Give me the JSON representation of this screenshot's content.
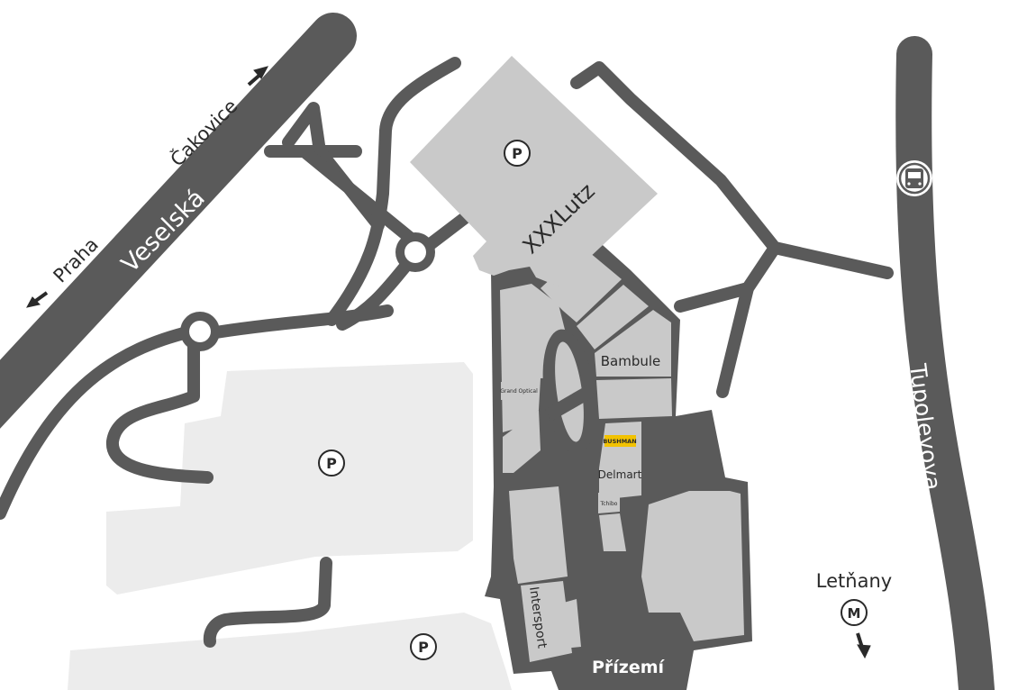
{
  "map": {
    "title": "Přízemí",
    "colors": {
      "road": "#5a5a5a",
      "building": "#c9c9c9",
      "parking_lot": "#ececec",
      "highlight": "#f2c200",
      "background": "#ffffff"
    },
    "roads": {
      "main_diagonal": "Veselská",
      "main_right": "Tupolevova"
    },
    "directions": {
      "praha": "Praha",
      "cakovice": "Čakovice",
      "letnany": "Letňany"
    },
    "metro": {
      "symbol": "M",
      "icon": "metro-icon"
    },
    "bus": {
      "icon": "bus-icon"
    },
    "parking": {
      "symbol": "P",
      "areas": [
        "xxxlutz-parking",
        "west-parking",
        "south-parking"
      ]
    },
    "stores": {
      "xxxlutz": "XXXLutz",
      "bambule": "Bambule",
      "grand_optical": "Grand Optical",
      "bushman": "BUSHMAN",
      "delmart": "Delmart",
      "tchibo": "Tchibo",
      "intersport": "Intersport"
    }
  }
}
